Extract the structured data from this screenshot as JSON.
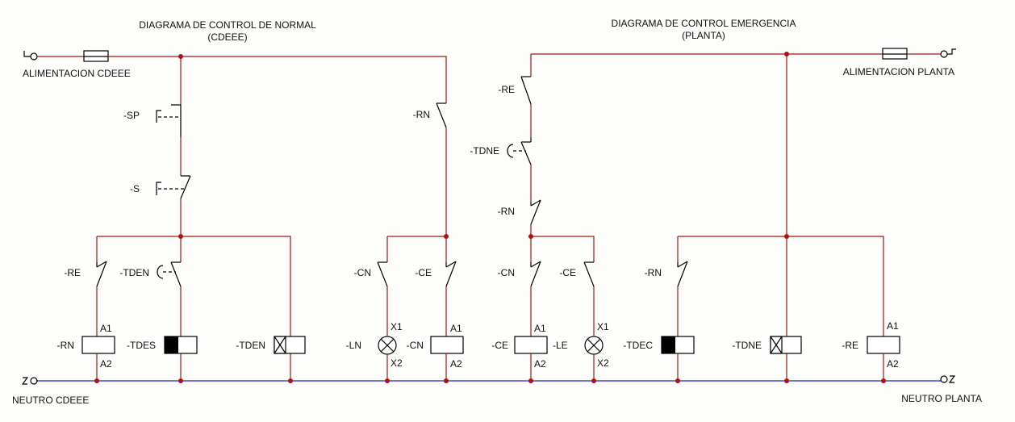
{
  "titles": {
    "normal_line1": "DIAGRAMA DE CONTROL DE NORMAL",
    "normal_line2": "(CDEEE)",
    "emerg_line1": "DIAGRAMA DE CONTROL EMERGENCIA",
    "emerg_line2": "(PLANTA)"
  },
  "supply": {
    "left_supply": "ALIMENTACION CDEEE",
    "right_supply": "ALIMENTACION PLANTA",
    "left_neutral": "NEUTRO CDEEE",
    "right_neutral": "NEUTRO PLANTA"
  },
  "labels": {
    "sp": "-SP",
    "s": "-S",
    "re_l": "-RE",
    "tden_c": "-TDEN",
    "rn_top": "-RN",
    "cn_l": "-CN",
    "ce_l": "-CE",
    "rn_coil": "-RN",
    "tdes": "-TDES",
    "tden_coil": "-TDEN",
    "ln": "-LN",
    "cn_coil": "-CN",
    "re_top": "-RE",
    "tdne_c": "-TDNE",
    "rn_mid": "-RN",
    "cn_r": "-CN",
    "ce_r": "-CE",
    "ce_coil": "-CE",
    "le": "-LE",
    "rn_r": "-RN",
    "tdec": "-TDEC",
    "tdne_coil": "-TDNE",
    "re_coil": "-RE"
  },
  "terminals": {
    "a1": "A1",
    "a2": "A2",
    "x1": "X1",
    "x2": "X2"
  },
  "colors": {
    "phase_wire": "#a01818",
    "neutral_wire": "#2323c8",
    "junction": "#b01010"
  }
}
